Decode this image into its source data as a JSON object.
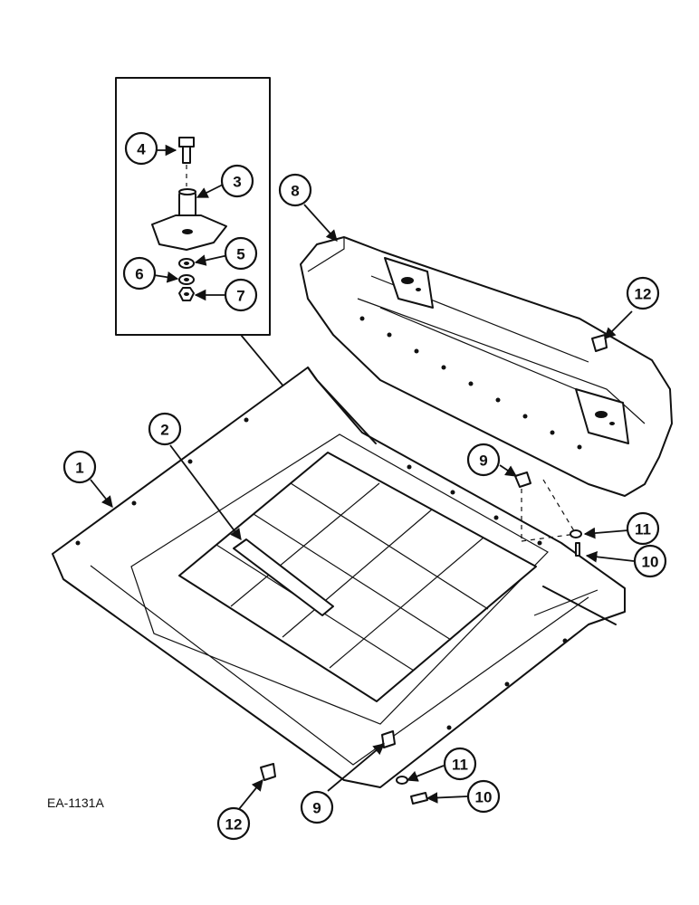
{
  "figure_ref": "EA-1131A",
  "callouts": [
    {
      "id": "c1",
      "label": "1"
    },
    {
      "id": "c2",
      "label": "2"
    },
    {
      "id": "c3",
      "label": "3"
    },
    {
      "id": "c4",
      "label": "4"
    },
    {
      "id": "c5",
      "label": "5"
    },
    {
      "id": "c6",
      "label": "6"
    },
    {
      "id": "c7",
      "label": "7"
    },
    {
      "id": "c8",
      "label": "8"
    },
    {
      "id": "c9a",
      "label": "9"
    },
    {
      "id": "c9b",
      "label": "9"
    },
    {
      "id": "c10a",
      "label": "10"
    },
    {
      "id": "c10b",
      "label": "10"
    },
    {
      "id": "c11a",
      "label": "11"
    },
    {
      "id": "c11b",
      "label": "11"
    },
    {
      "id": "c12a",
      "label": "12"
    },
    {
      "id": "c12b",
      "label": "12"
    }
  ]
}
